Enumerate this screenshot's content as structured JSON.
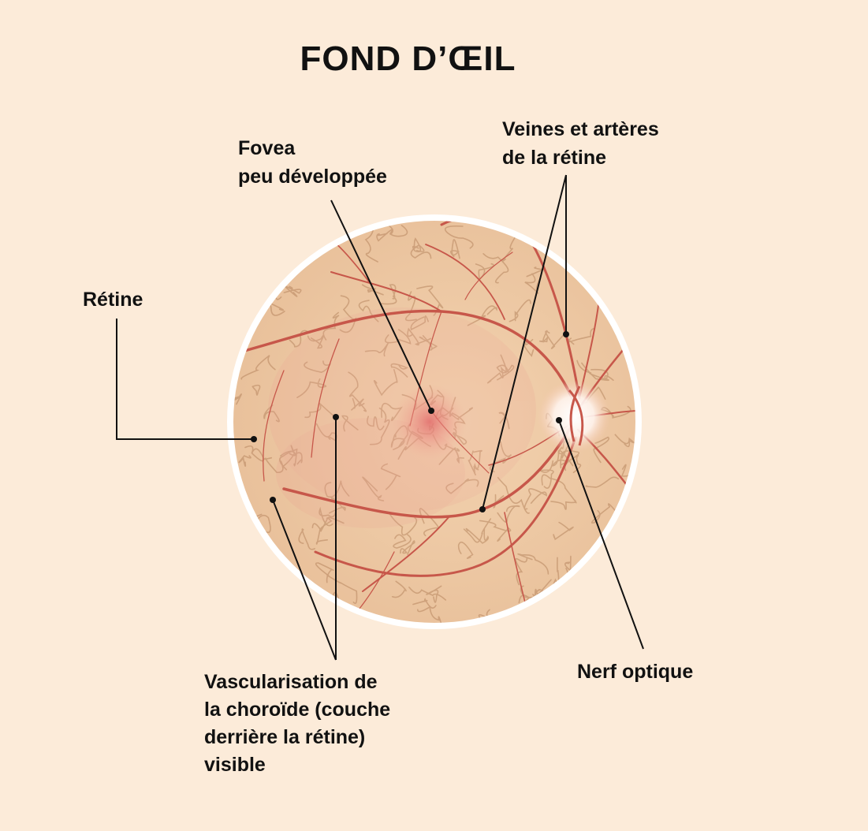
{
  "title": "FOND D’ŒIL",
  "labels": {
    "fovea": [
      "Fovea",
      "peu développée"
    ],
    "veines": [
      "Veines et artères",
      "de la rétine"
    ],
    "retine": [
      "Rétine"
    ],
    "choroide": [
      "Vascularisation de",
      "la choroïde (couche",
      "derrière la rétine)",
      "visible"
    ],
    "nerf": [
      "Nerf optique"
    ]
  },
  "colors": {
    "background": "#fcebd9",
    "fundus": "#f0cda6",
    "vessel": "#c7574a",
    "choroid": "#b7865f",
    "rim": "#ffffff",
    "line": "#111111"
  }
}
